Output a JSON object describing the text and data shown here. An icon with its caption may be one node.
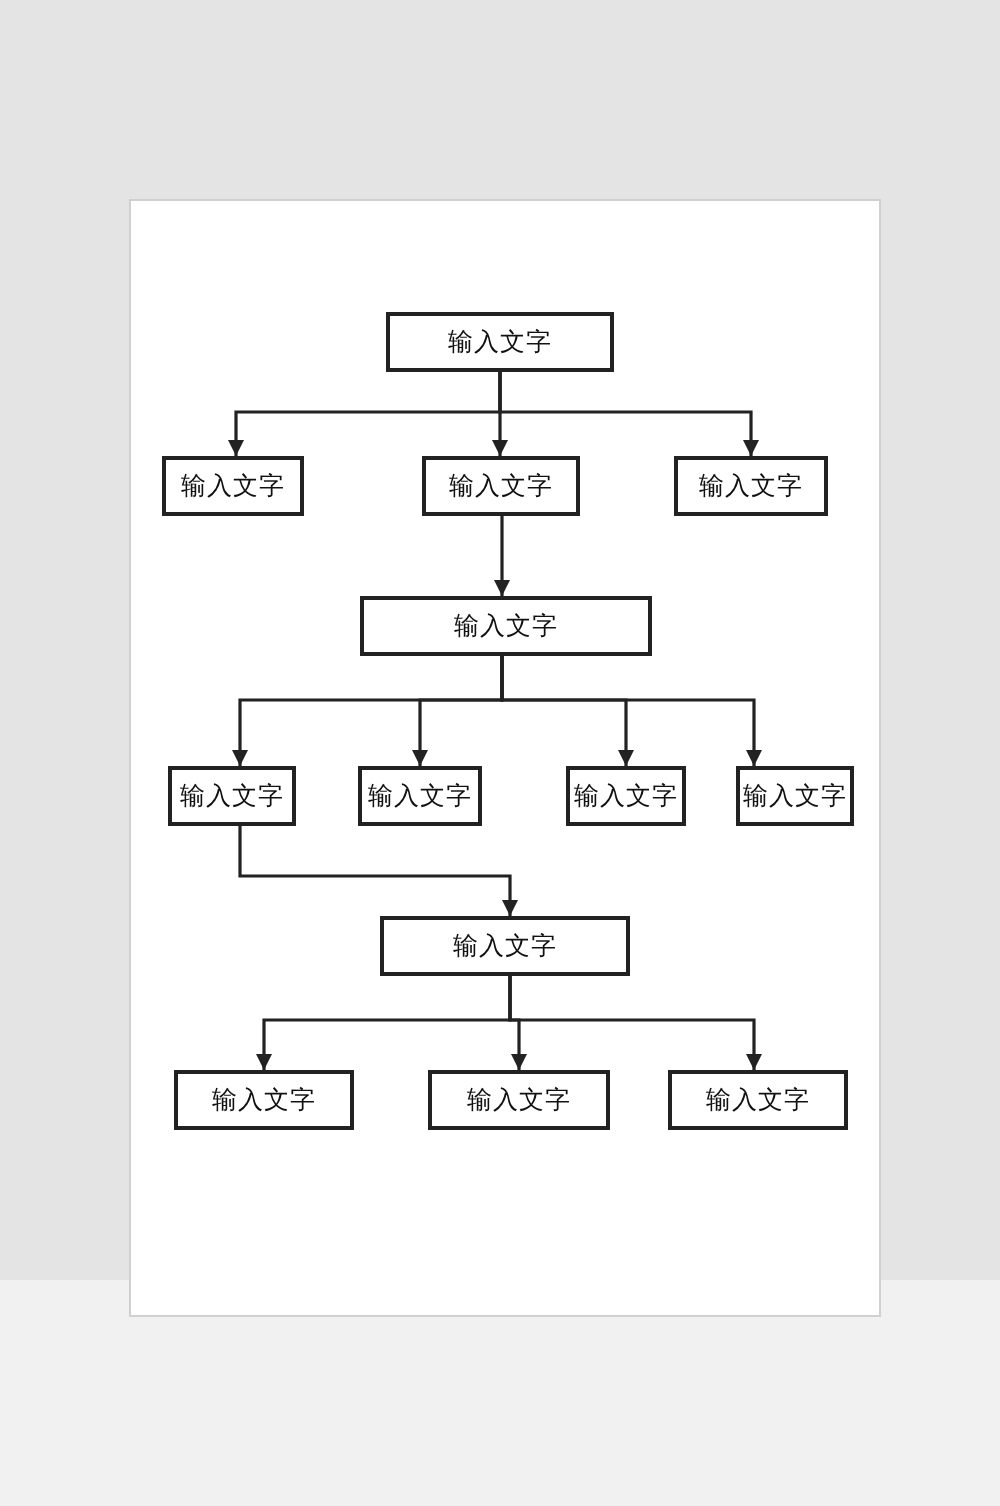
{
  "diagram": {
    "nodes": [
      {
        "text": [
          "输入文字"
        ]
      },
      {
        "text": [
          "输入文字"
        ]
      },
      {
        "text": [
          "输入文字"
        ]
      },
      {
        "text": [
          "输入文字"
        ]
      },
      {
        "text": [
          "输入文字"
        ]
      },
      {
        "text": [
          "输入文字"
        ]
      },
      {
        "text": [
          "输入文字"
        ]
      },
      {
        "text": [
          "输入文字"
        ]
      },
      {
        "text": [
          "输入文字"
        ]
      },
      {
        "text": [
          "输入文字"
        ]
      },
      {
        "text": [
          "输入文字"
        ]
      },
      {
        "text": [
          "输入文字"
        ]
      },
      {
        "text": [
          "输入文字"
        ]
      }
    ],
    "edges": [
      {
        "from": 0,
        "to": 1,
        "arrow": "to"
      },
      {
        "from": 0,
        "to": 2,
        "arrow": "to"
      },
      {
        "from": 0,
        "to": 3,
        "arrow": "to"
      },
      {
        "from": 2,
        "to": 4,
        "arrow": "to"
      },
      {
        "from": 4,
        "to": 5,
        "arrow": "to"
      },
      {
        "from": 4,
        "to": 6,
        "arrow": "to"
      },
      {
        "from": 4,
        "to": 7,
        "arrow": "to"
      },
      {
        "from": 4,
        "to": 8,
        "arrow": "to"
      },
      {
        "from": 5,
        "to": 9,
        "arrow": "to"
      },
      {
        "from": 9,
        "to": 10,
        "arrow": "to"
      },
      {
        "from": 9,
        "to": 11,
        "arrow": "to"
      },
      {
        "from": 9,
        "to": 12,
        "arrow": "to"
      }
    ]
  }
}
